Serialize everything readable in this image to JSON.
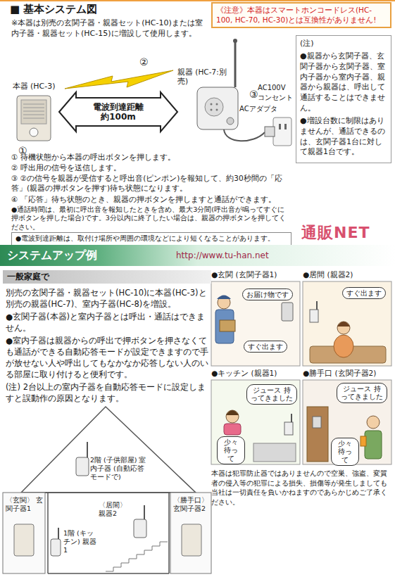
{
  "diagram": {
    "title": "■ 基本システム図",
    "nodes": [
      {
        "text": [
          "《注意》本器はスマートホンコードレス(HC-100, HC-70, HC-30)とは互換性がありません!"
        ]
      },
      {
        "text": [
          "本器 (HC-3)"
        ]
      },
      {
        "text": [
          "親器 (HC-7:別売)"
        ]
      },
      {
        "text": [
          "(注)",
          "●親器から玄関子器、玄関子器から玄関子器、室内子器から室内子器、親器から親器は、呼出して通話することはできません。",
          "●増設台数に制限はありませんが、通話できるのは、玄関子器1台に対して親器1台です。"
        ]
      },
      {
        "text": [
          "●電波到達距離は、取付け場所や周囲の環境などにより短くなることがあります。"
        ]
      },
      {
        "text": [
          "システムアップ例"
        ]
      },
      {
        "text": [
          "一般家庭で"
        ]
      },
      {
        "text": [
          "●玄関 (玄関子器1)"
        ]
      },
      {
        "text": [
          "お届け物です"
        ],
        "in": 7
      },
      {
        "text": [
          "すぐ出ます"
        ],
        "in": 7
      },
      {
        "text": [
          "●居間 (親器2)"
        ]
      },
      {
        "text": [
          "すぐ出ます"
        ],
        "in": 10
      },
      {
        "text": [
          "●キッチン (親器1)"
        ]
      },
      {
        "text": [
          "ジュース 持ってきました"
        ],
        "in": 12
      },
      {
        "text": [
          "少々 待って"
        ],
        "in": 12
      },
      {
        "text": [
          "●勝手口 (玄関子器2)"
        ]
      },
      {
        "text": [
          "ジュース 持ってきました"
        ],
        "in": 15
      },
      {
        "text": [
          "少々 待って"
        ],
        "in": 15
      }
    ],
    "edges": [
      {
        "from": 1,
        "to": 2,
        "label": "電波到達距離 約100m",
        "arrow": "both"
      }
    ],
    "labels": [
      "※本器は別売の玄関子器・親器セット(HC-10)または室内子器・親器セット(HC-15)に増設して使用します。",
      "①",
      "②",
      "③",
      "AC100V コンセント",
      "ACアダプタ",
      "① 待機状態から本器の呼出ボタンを押します。",
      "② 呼出用の信号を送信します。",
      "③ ②の信号を親器が受信すると呼出音(ピンポン)を報知して、約30秒間の「応答」(親器の押ボタンを押す)待ち状態になります。",
      "④ 「応答」待ち状態のとき、親器の押ボタンを押しますと通話ができます。",
      "●通話時間は、最初に呼出音を報知したときを含め、最大3分間(呼出音が鳴ってすぐに押ボタンを押した場合)です。3分以内に終了したい場合は、親器の押ボタンを押してください。",
      "通販NET",
      "http://www.tu-han.net",
      "別売の玄関子器・親器セット(HC-10)に本器(HC-3)と別売の親器(HC-7)、室内子器(HC-8)を増設。",
      "●玄関子器(本器)と室内子器とは呼出・通話はできません。",
      "●室内子器は親器からの呼出で押ボタンを押さなくても通話ができる自動応答モードが設定できますので手が放せない人や呼出してもなかなか応答しない人のいる部屋に取り付けると便利です。",
      "(注) 2台以上の室内子器を自動応答モードに設定しますと誤動作の原因となります。",
      "本器は犯罪防止器ではありませんので空巣、強盗、変質者の侵入等の犯罪による損失、損傷等が発生しましても当社は一切責任を負いかねますのであらかじめご了承ください。",
      "2階 (子供部屋) 室内子器 (自動応答モードで)",
      "〈玄関〉 玄関子器1",
      "〈居間〉 親器2",
      "1階 (キッチン) 親器1",
      "〈勝手口〉 玄関子器2"
    ]
  }
}
